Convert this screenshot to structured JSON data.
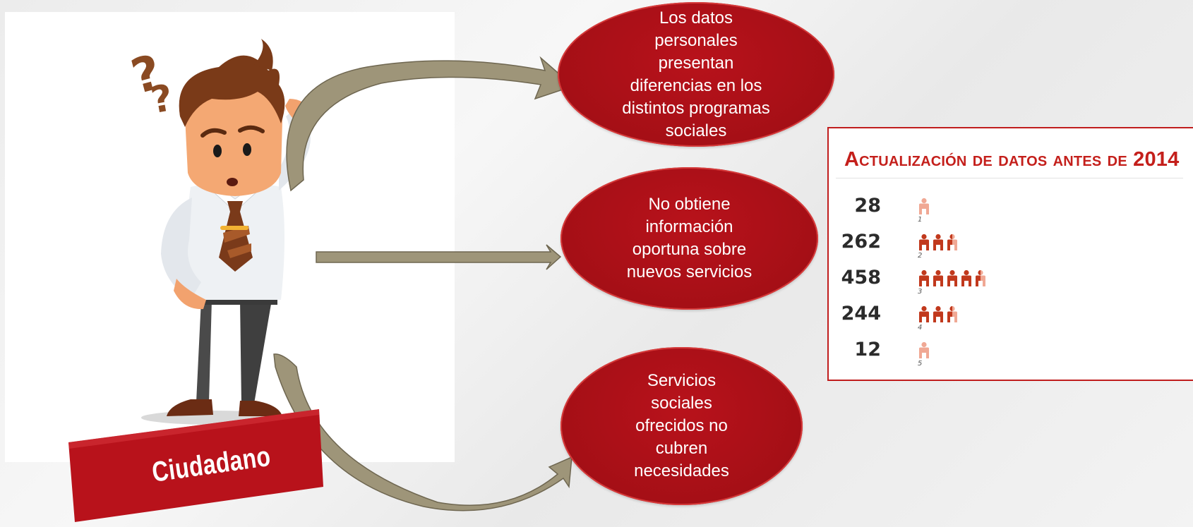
{
  "bubbles": {
    "top": [
      "Los datos",
      "personales",
      "presentan",
      "diferencias en los",
      "distintos programas",
      "sociales"
    ],
    "middle": [
      "No obtiene",
      "información",
      "oportuna sobre",
      "nuevos servicios"
    ],
    "bottom": [
      "Servicios",
      "sociales",
      "ofrecidos no",
      "cubren",
      "necesidades"
    ]
  },
  "banner": {
    "label": "Ciudadano"
  },
  "stats": {
    "title": "Actualización de datos antes de 2014",
    "rows": [
      {
        "value": "28",
        "index": "1",
        "icons": 1,
        "last_partial": true
      },
      {
        "value": "262",
        "index": "2",
        "icons": 3,
        "last_partial": true
      },
      {
        "value": "458",
        "index": "3",
        "icons": 5,
        "last_partial": true
      },
      {
        "value": "244",
        "index": "4",
        "icons": 3,
        "last_partial": true
      },
      {
        "value": "12",
        "index": "5",
        "icons": 1,
        "last_partial": true
      }
    ]
  },
  "colors": {
    "accent_red": "#b8121b",
    "arrow": "#9e9579",
    "icon_full": "#c1391d",
    "icon_light": "#f0a894"
  },
  "icons": {
    "figure": "confused-man-illustration",
    "question": "question-marks-icon",
    "person": "person-icon"
  }
}
